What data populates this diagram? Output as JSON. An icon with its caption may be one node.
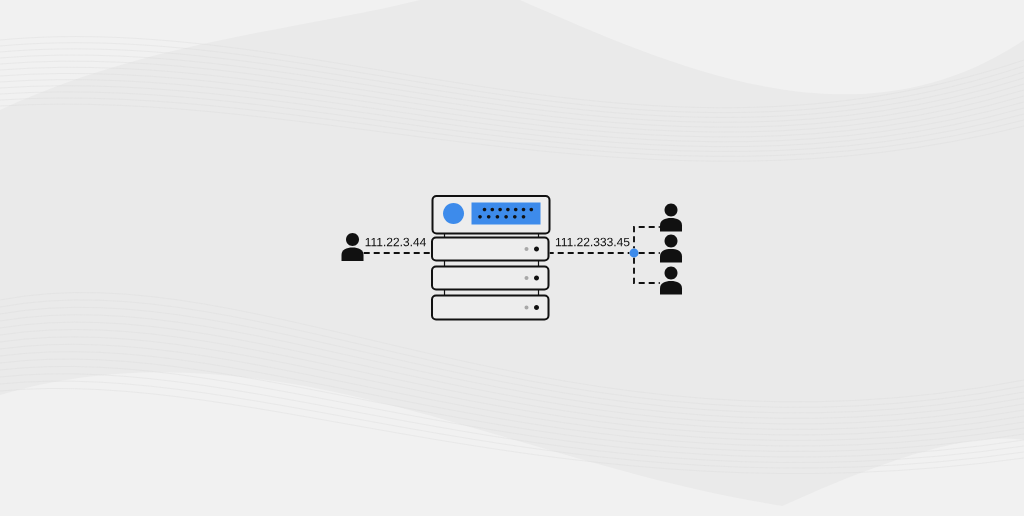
{
  "diagram": {
    "nodes": [
      {
        "text": [],
        "shape": "person"
      },
      {
        "text": [],
        "shape": "server"
      },
      {
        "text": [],
        "shape": "circle"
      },
      {
        "text": [],
        "shape": "person"
      },
      {
        "text": [],
        "shape": "person"
      },
      {
        "text": [],
        "shape": "person"
      }
    ],
    "edges": [
      {
        "from": 0,
        "to": 1,
        "arrow": "none",
        "style": "dashed",
        "label": "111.22.3.44"
      },
      {
        "from": 1,
        "to": 2,
        "arrow": "none",
        "style": "dashed",
        "label": "111.22.333.45"
      },
      {
        "from": 2,
        "to": 3,
        "arrow": "none",
        "style": "dashed"
      },
      {
        "from": 2,
        "to": 4,
        "arrow": "none",
        "style": "dashed"
      },
      {
        "from": 2,
        "to": 5,
        "arrow": "none",
        "style": "dashed"
      }
    ]
  }
}
